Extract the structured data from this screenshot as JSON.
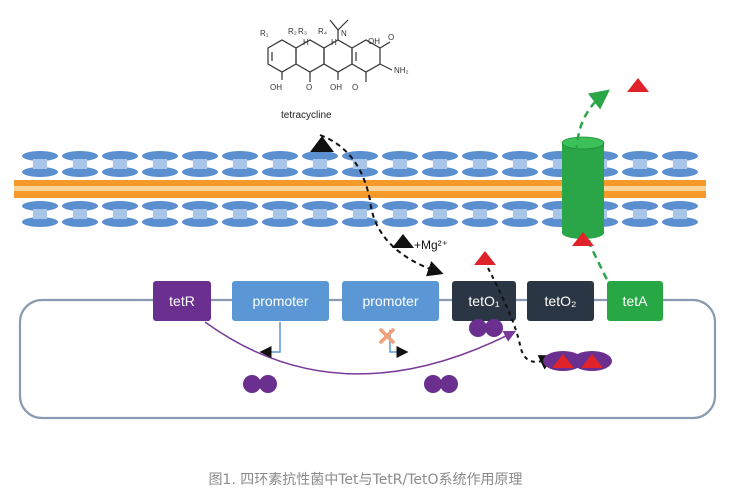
{
  "molecule": {
    "name": "tetracycline",
    "substituents": [
      "R₁",
      "R₂",
      "R₃",
      "R₄",
      "H",
      "H",
      "OH",
      "OH",
      "OH",
      "O",
      "O",
      "O",
      "NH₂",
      "N"
    ]
  },
  "ion": "+Mg²⁺",
  "genes": [
    {
      "label": "tetR",
      "color": "#6b2f8f"
    },
    {
      "label": "promoter",
      "color": "#5b97d4"
    },
    {
      "label": "promoter",
      "color": "#5b97d4"
    },
    {
      "label": "tetO₁",
      "color": "#2b3645"
    },
    {
      "label": "tetO₂",
      "color": "#2b3645"
    },
    {
      "label": "tetA",
      "color": "#27a845"
    }
  ],
  "colors": {
    "repressor": "#6b2f8f",
    "tetracycline_outside": "#222222",
    "tetracycline_inside": "#e0232a",
    "membrane_lipid": "#5b8fd0",
    "membrane_core": "#f39a2a",
    "pump": "#2aa547",
    "block_x": "#f2a07a"
  },
  "caption": "图1. 四环素抗性菌中Tet与TetR/TetO系统作用原理"
}
